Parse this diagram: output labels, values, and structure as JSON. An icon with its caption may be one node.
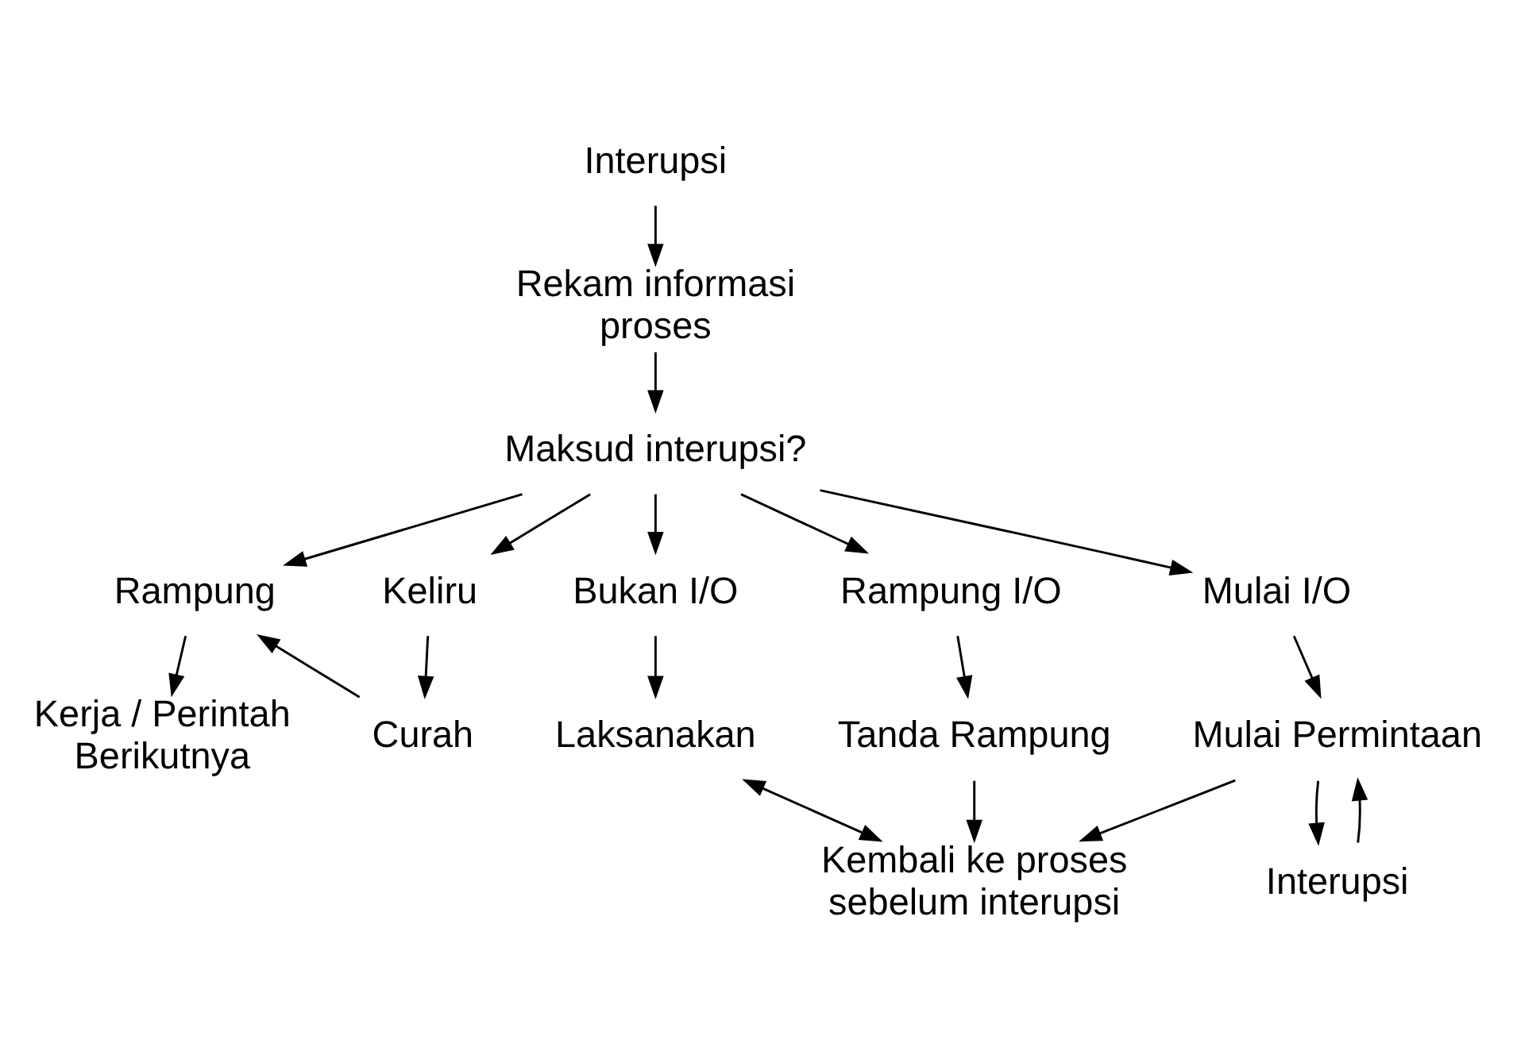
{
  "diagram": {
    "nodes": [
      {
        "text": [
          "Interupsi"
        ]
      },
      {
        "text": [
          "Rekam informasi proses"
        ]
      },
      {
        "text": [
          "Maksud interupsi?"
        ]
      },
      {
        "text": [
          "Rampung"
        ]
      },
      {
        "text": [
          "Keliru"
        ]
      },
      {
        "text": [
          "Bukan I/O"
        ]
      },
      {
        "text": [
          "Mulai I/O"
        ]
      },
      {
        "text": [
          "Rampung I/O"
        ]
      },
      {
        "text": [
          "Kerja / Perintah Berikutnya"
        ]
      },
      {
        "text": [
          "Curah"
        ]
      },
      {
        "text": [
          "Laksanakan"
        ]
      },
      {
        "text": [
          "Mulai Permintaan"
        ]
      },
      {
        "text": [
          "Tanda Rampung"
        ]
      },
      {
        "text": [
          "Interupsi"
        ]
      },
      {
        "text": [
          "Kembali ke proses sebelum interupsi"
        ]
      }
    ],
    "edges": [
      {
        "from": 0,
        "to": 1,
        "arrow": "to"
      },
      {
        "from": 1,
        "to": 2,
        "arrow": "to"
      },
      {
        "from": 2,
        "to": 3,
        "arrow": "to"
      },
      {
        "from": 2,
        "to": 4,
        "arrow": "to"
      },
      {
        "from": 2,
        "to": 5,
        "arrow": "to"
      },
      {
        "from": 2,
        "to": 6,
        "arrow": "to"
      },
      {
        "from": 2,
        "to": 7,
        "arrow": "to"
      },
      {
        "from": 3,
        "to": 8,
        "arrow": "to"
      },
      {
        "from": 4,
        "to": 9,
        "arrow": "to"
      },
      {
        "from": 5,
        "to": 10,
        "arrow": "to"
      },
      {
        "from": 6,
        "to": 11,
        "arrow": "to"
      },
      {
        "from": 7,
        "to": 12,
        "arrow": "to"
      },
      {
        "from": 9,
        "to": 3,
        "arrow": "to"
      },
      {
        "from": 11,
        "to": 13,
        "arrow": "to"
      },
      {
        "from": 13,
        "to": 11,
        "arrow": "to"
      },
      {
        "from": 11,
        "to": 14,
        "arrow": "to"
      },
      {
        "from": 12,
        "to": 14,
        "arrow": "to"
      },
      {
        "from": 10,
        "to": 14,
        "arrow": "both"
      }
    ]
  }
}
